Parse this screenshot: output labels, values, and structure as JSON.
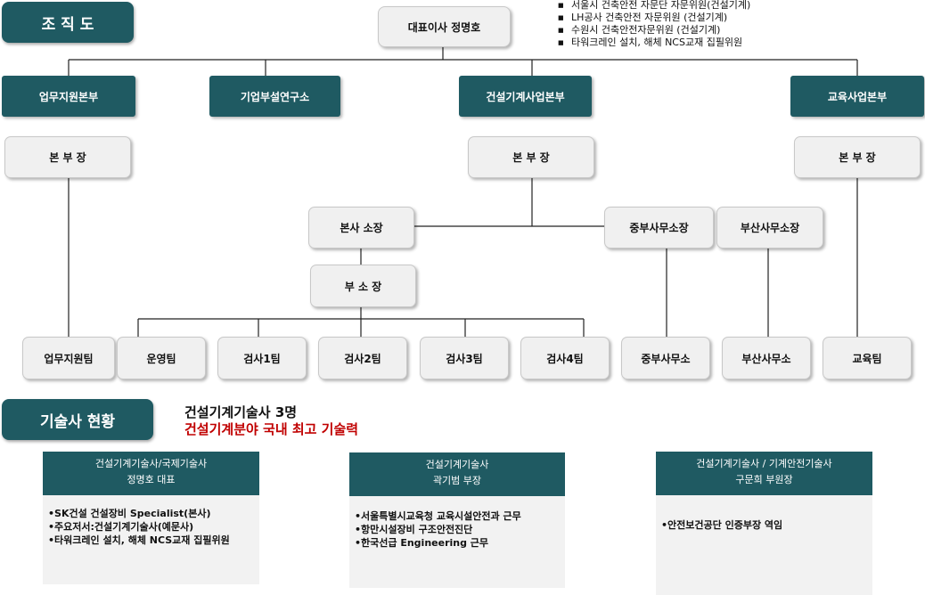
{
  "section_org": "조 직 도",
  "ceo": "대표이사 정명호",
  "ceo_notes": [
    "서울시 건축안전 자문단 자문위원(건설기계)",
    "LH공사 건축안전 자문위원 (건설기계)",
    "수원시 건축안전자문위원 (건설기계)",
    "타워크레인 설치, 해체 NCS교재 집필위원"
  ],
  "divisions": {
    "admin": "업무지원본부",
    "research": "기업부설연구소",
    "construction": "건설기계사업본부",
    "education": "교육사업본부"
  },
  "heads": {
    "admin": "본 부 장",
    "construction": "본 부 장",
    "education": "본 부 장"
  },
  "offices": {
    "hq": "본사  소장",
    "central": "중부사무소장",
    "busan": "부산사무소장",
    "deputy": "부 소 장"
  },
  "teams": {
    "admin": "업무지원팀",
    "ops": "운영팀",
    "insp1": "검사1팀",
    "insp2": "검사2팀",
    "insp3": "검사3팀",
    "insp4": "검사4팀",
    "central": "중부사무소",
    "busan": "부산사무소",
    "edu": "교육팀"
  },
  "section_tech": "기술사 현황",
  "tech_headline": "건설기계기술사 3명",
  "tech_subline": "건설기계분야 국내 최고 기술력",
  "cards": [
    {
      "title": "건설기계기술사/국제기술사",
      "name": "정명호 대표",
      "items": [
        "•SK건설 건설장비 Specialist(본사)",
        "•주요저서:건설기계기술사(예문사)",
        "•타워크레인 설치, 해체 NCS교재 집필위원"
      ]
    },
    {
      "title": "건설기계기술사",
      "name": "곽기범 부장",
      "items": [
        "•서울특별시교육청 교육시설안전과 근무",
        "•항만시설장비 구조안전진단",
        "•한국선급 Engineering 근무"
      ]
    },
    {
      "title": "건설기계기술사 / 기계안전기술사",
      "name": "구문희 부원장",
      "items": [
        "•안전보건공단 인증부장 역임"
      ]
    }
  ],
  "colors": {
    "primary": "#1f5a62",
    "box_fill": "#f0f0f0",
    "accent_red": "#c00000"
  }
}
